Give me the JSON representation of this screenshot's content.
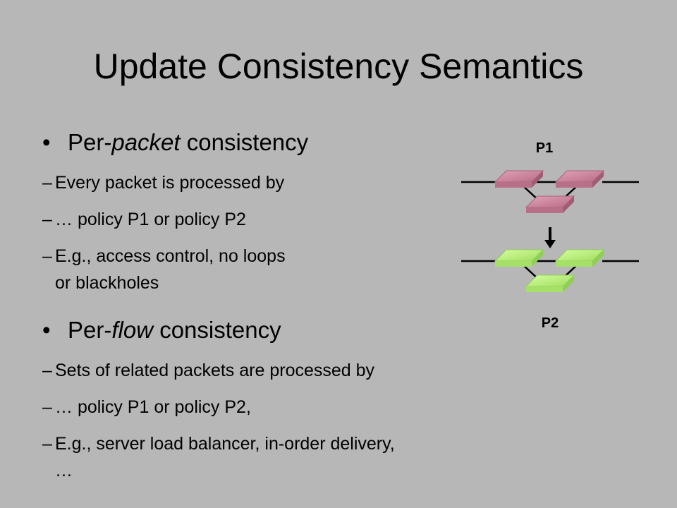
{
  "slide": {
    "title": "Update Consistency Semantics",
    "bullets": [
      {
        "prefix": "Per-",
        "emphasis": "packet",
        "suffix": " consistency",
        "subs": [
          {
            "text": "Every packet is processed by"
          },
          {
            "text": "… policy P1 or policy P2"
          },
          {
            "text": "E.g., access control, no loops",
            "text2": "or blackholes"
          }
        ]
      },
      {
        "prefix": "Per-",
        "emphasis": "flow",
        "suffix": " consistency",
        "subs": [
          {
            "text": "Sets of related packets are processed by"
          },
          {
            "text": "… policy P1 or policy P2,"
          },
          {
            "text": "E.g., server load balancer, in-order delivery,",
            "text2": "…"
          }
        ]
      }
    ],
    "bullet_glyph": "•",
    "dash_glyph": "–"
  },
  "diagram": {
    "top_label": "P1",
    "bottom_label": "P2",
    "p1_color": "#c9849a",
    "p1_edge": "#a8627a",
    "p2_color": "#b7ee7a",
    "p2_edge": "#8fcf55",
    "line_color": "#000000",
    "switch_icon": "network-switch-icon",
    "arrow_icon": "arrow-down-icon"
  }
}
